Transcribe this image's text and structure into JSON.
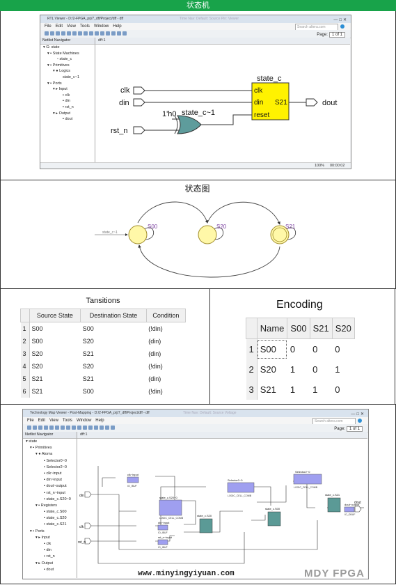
{
  "header": {
    "title": "状态机"
  },
  "rtl": {
    "window_title": "RTL Viewer - D:/2-FPGA_prj/7_dff/Project/dff - dff",
    "window_title_ghost": "Time Nav: Default: Source Pin: Viewer",
    "menu": [
      "File",
      "Edit",
      "View",
      "Tools",
      "Window",
      "Help"
    ],
    "search_placeholder": "Search altera.com",
    "page_label": "Page:",
    "page_value": "1 of 1",
    "nav_title": "Netlist Navigator",
    "tab_label": "dff:1",
    "tree": [
      "G: state",
      "State Machines",
      "state_c",
      "Primitives",
      "Logics",
      "state_c~1",
      "Ports",
      "Input",
      "clk",
      "din",
      "rst_n",
      "Output",
      "dout"
    ],
    "schematic": {
      "in_clk": "clk",
      "in_din": "din",
      "in_rst": "rst_n",
      "out_dout": "dout",
      "reg_title": "state_c",
      "reg_port_clk": "clk",
      "reg_port_din": "din",
      "reg_port_reset": "reset",
      "reg_port_s21": "S21",
      "gate_title": "state_c~1",
      "const_label": "1'h0"
    },
    "zoom": "100%",
    "time": "00:00:02"
  },
  "state_diagram": {
    "title": "状态图",
    "input_label": "state_c~1",
    "states": [
      "S00",
      "S20",
      "S21"
    ]
  },
  "transitions": {
    "title": "Tansitions",
    "headers": [
      "Source State",
      "Destination State",
      "Condition"
    ],
    "rows": [
      [
        "1",
        "S00",
        "S00",
        "(!din)"
      ],
      [
        "2",
        "S00",
        "S20",
        "(din)"
      ],
      [
        "3",
        "S20",
        "S21",
        "(din)"
      ],
      [
        "4",
        "S20",
        "S20",
        "(!din)"
      ],
      [
        "5",
        "S21",
        "S21",
        "(din)"
      ],
      [
        "6",
        "S21",
        "S00",
        "(!din)"
      ]
    ]
  },
  "encoding": {
    "title": "Encoding",
    "headers": [
      "Name",
      "S00",
      "S21",
      "S20"
    ],
    "rows": [
      [
        "1",
        "S00",
        "0",
        "0",
        "0"
      ],
      [
        "2",
        "S20",
        "1",
        "0",
        "1"
      ],
      [
        "3",
        "S21",
        "1",
        "1",
        "0"
      ]
    ]
  },
  "tech": {
    "window_title": "Technology Map Viewer - Post-Mapping - D:/2-FPGA_prj/7_dff/Project/dff - dff",
    "window_title_ghost": "Time Nav: Default: Source Voltage",
    "menu": [
      "File",
      "Edit",
      "View",
      "Tools",
      "Window",
      "Help"
    ],
    "search_placeholder": "Search altera.com",
    "page_label": "Page:",
    "page_value": "1 of 1",
    "nav_title": "Netlist Navigator",
    "tab_label": "dff:1",
    "tree": [
      "state",
      "Primitives",
      "Atoms",
      "Selector0~0",
      "Selector2~0",
      "clk~input",
      "din~input",
      "dout~output",
      "rst_n~input",
      "state_c.S20~0",
      "Registers",
      "state_c.S00",
      "state_c.S20",
      "state_c.S21",
      "Ports",
      "Input",
      "clk",
      "din",
      "rst_n",
      "Output",
      "dout"
    ],
    "schematic": {
      "in_din": "din",
      "in_clk": "clk",
      "in_rst": "rst_n",
      "out_dout": "dout",
      "b_clk_title": "clk~input",
      "b_clk_sub": "IO_IBUF",
      "b_s20_0_title": "state_c.S20~0",
      "b_s20_0_sub": "LOGIC_CELL_COMB",
      "b_sel0_title": "Selector0~0",
      "b_sel0_sub": "LOGIC_CELL_COMB",
      "b_sel2_title": "Selector2~0",
      "b_sel2_sub": "LOGIC_CELL_COMB",
      "b_din_title": "din~input",
      "b_din_sub": "IO_IBUF",
      "b_rst_title": "rst_n~input",
      "b_rst_sub": "IO_IBUF",
      "r_s20_title": "state_c.S20",
      "r_s00_title": "state_c.S00",
      "r_s21_title": "state_c.S21",
      "b_dout_title": "dout~output",
      "b_dout_sub": "IO_OBUF"
    }
  },
  "footer": {
    "website": "www.minyingyiyuan.com",
    "brand": "MDY FPGA"
  },
  "colors": {
    "header_green": "#18a34a",
    "state_fill": "#fff8a8",
    "state_stroke": "#a08c2a",
    "state_text": "#7b3fa0",
    "register_yellow": "#fff200",
    "gate_teal": "#5e9c9c",
    "block_purple": "#9f9ff0",
    "register_teal": "#5b9a96"
  }
}
